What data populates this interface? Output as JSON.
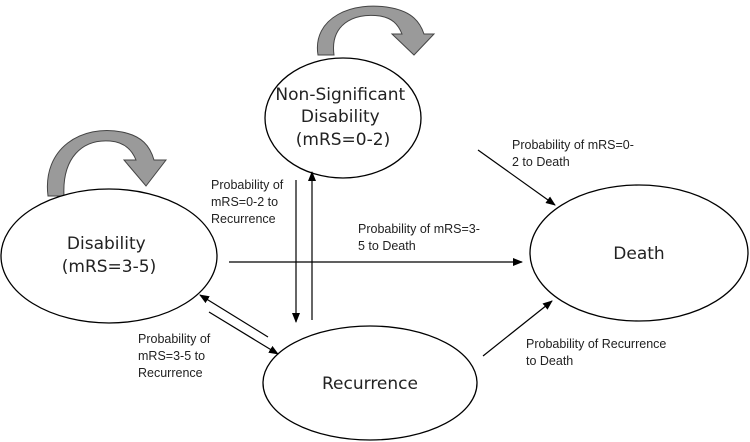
{
  "states": {
    "non_significant": {
      "lines": [
        "Non-Significant",
        "Disability",
        "(mRS=0-2)"
      ]
    },
    "disability": {
      "lines": [
        "Disability",
        "(mRS=3-5)"
      ]
    },
    "death": {
      "lines": [
        "Death"
      ]
    },
    "recurrence": {
      "lines": [
        "Recurrence"
      ]
    }
  },
  "transitions": {
    "mrs02_to_death": {
      "lines": [
        "Probability of mRS=0-",
        "2 to Death"
      ]
    },
    "mrs02_to_recurrence": {
      "lines": [
        "Probability of",
        "mRS=0-2 to",
        "Recurrence"
      ]
    },
    "mrs35_to_death": {
      "lines": [
        "Probability of mRS=3-",
        "5 to Death"
      ]
    },
    "mrs35_to_recurrence": {
      "lines": [
        "Probability of",
        "mRS=3-5 to",
        "Recurrence"
      ]
    },
    "recurrence_to_death": {
      "lines": [
        "Probability of Recurrence",
        "to Death"
      ]
    }
  },
  "colors": {
    "loop_fill": "#9a9a9a",
    "line": "#000000",
    "background": "#ffffff"
  }
}
